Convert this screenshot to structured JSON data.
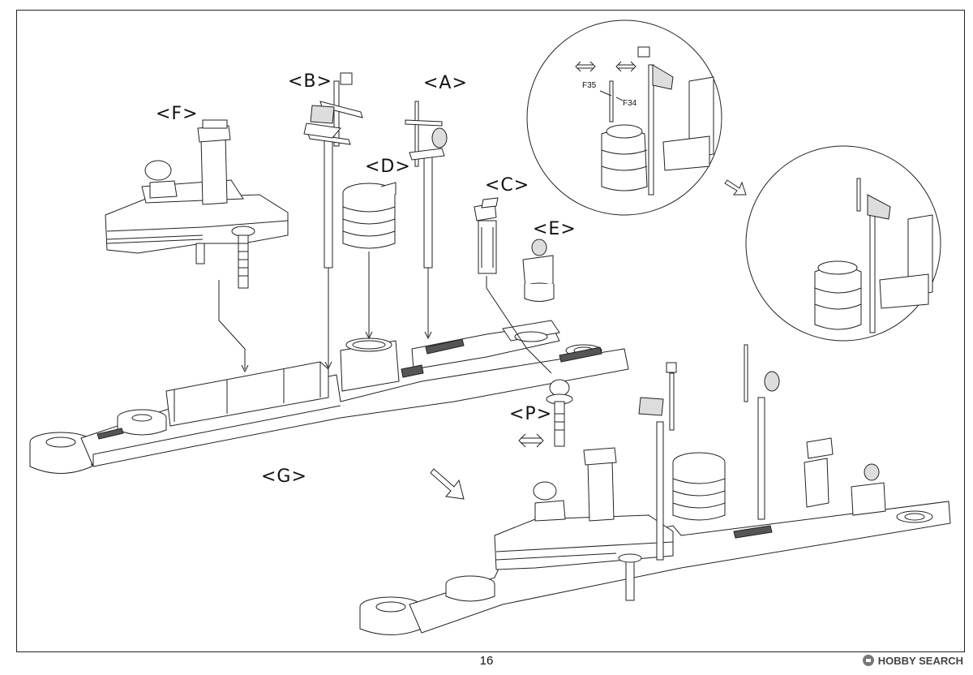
{
  "labels": {
    "F": "<F>",
    "B": "<B>",
    "A": "<A>",
    "D": "<D>",
    "C": "<C>",
    "E": "<E>",
    "P": "<P>",
    "G": "<G>"
  },
  "part_numbers": {
    "f35": "F35",
    "f34": "F34"
  },
  "page_number": "16",
  "watermark": "HOBBY SEARCH"
}
